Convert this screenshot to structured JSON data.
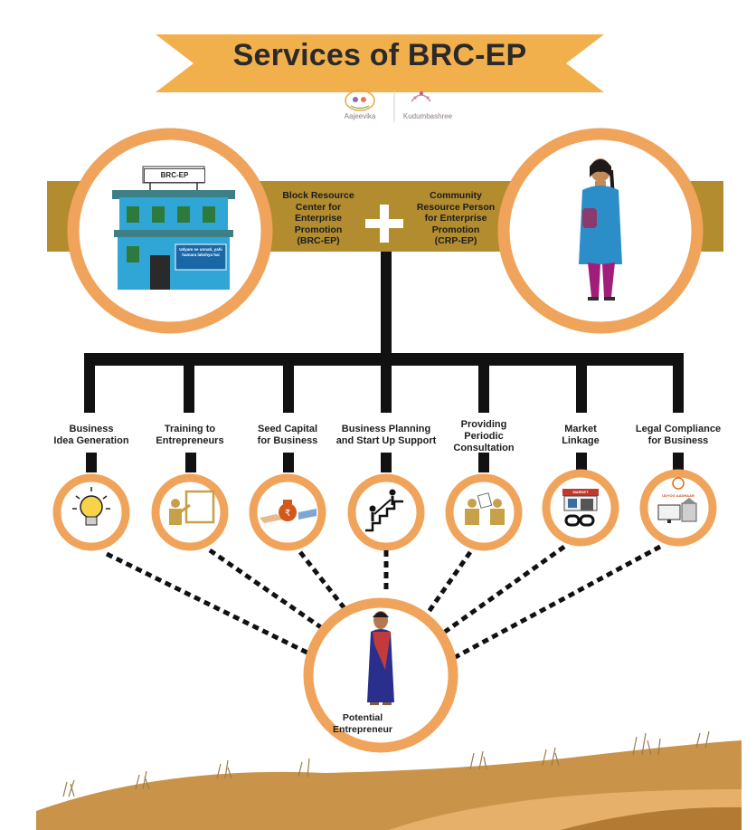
{
  "header": {
    "title": "Services of BRC-EP",
    "logos": [
      {
        "name": "Aajeevika",
        "icon": "aajeevika-logo"
      },
      {
        "name": "Kudumbashree",
        "icon": "kudumbashree-logo"
      }
    ]
  },
  "hub": {
    "left": {
      "lines": [
        "Block Resource",
        "Center for",
        "Enterprise",
        "Promotion",
        "(BRC-EP)"
      ],
      "building_sign": "BRC-EP",
      "board_text": "Udyam se unnati, yahi hamara lakshya hai"
    },
    "right": {
      "lines": [
        "Community",
        "Resource Person",
        "for Enterprise",
        "Promotion",
        "(CRP-EP)"
      ]
    },
    "plus_icon": "plus-icon"
  },
  "services": [
    {
      "lines": [
        "Business",
        "Idea Generation"
      ],
      "icon": "lightbulb-icon"
    },
    {
      "lines": [
        "Training to",
        "Entrepreneurs"
      ],
      "icon": "trainer-board-icon"
    },
    {
      "lines": [
        "Seed Capital",
        "for Business"
      ],
      "icon": "money-bag-handover-icon"
    },
    {
      "lines": [
        "Business Planning",
        "and Start Up Support"
      ],
      "icon": "stairs-helping-icon"
    },
    {
      "lines": [
        "Providing",
        "Periodic",
        "Consultation"
      ],
      "icon": "consultation-icon"
    },
    {
      "lines": [
        "Market",
        "Linkage"
      ],
      "icon": "market-link-icon",
      "sign": "MARKET"
    },
    {
      "lines": [
        "Legal Compliance",
        "for Business"
      ],
      "icon": "udyog-aadhaar-icon",
      "sign": "UDYOG AADHAAR"
    }
  ],
  "beneficiary": {
    "lines": [
      "Potential",
      "Entrepreneur"
    ],
    "icon": "woman-in-saree-icon"
  },
  "colors": {
    "orange": "#f0a35a",
    "olive": "#b28c2f",
    "connector": "#111111",
    "ground": "#c9944a"
  }
}
